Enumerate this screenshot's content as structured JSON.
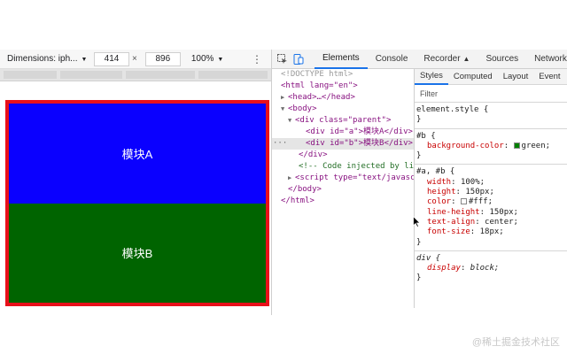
{
  "device_toolbar": {
    "dimensions_label": "Dimensions: iph...",
    "width_value": "414",
    "times": "×",
    "height_value": "896",
    "zoom_label": "100%"
  },
  "viewport": {
    "block_a_text": "模块A",
    "block_b_text": "模块B",
    "colors": {
      "border": "#e8101a",
      "block_a": "#0a00ff",
      "block_b": "#006400"
    }
  },
  "devtools": {
    "tabs": [
      "Elements",
      "Console",
      "Recorder",
      "Sources",
      "Network"
    ],
    "active_tab": "Elements"
  },
  "dom_tree": {
    "doctype": "<!DOCTYPE html>",
    "html_open": "<html lang=\"en\">",
    "head_collapsed": "<head>…</head>",
    "body_open": "<body>",
    "parent_open": "<div class=\"parent\">",
    "div_a": "<div id=\"a\">模块A</div>",
    "div_b": "<div id=\"b\">模块B</div>",
    "parent_close": "</div>",
    "comment": "<!-- Code injected by live-server -->",
    "script": "<script type=\"text/javascript\">",
    "body_close": "</body>",
    "html_close": "</html>"
  },
  "styles_panel": {
    "tabs": [
      "Styles",
      "Computed",
      "Layout",
      "Event"
    ],
    "filter_placeholder": "Filter",
    "rules": {
      "element_style": "element.style {",
      "b_selector": "#b {",
      "b_bg_prop": "background-color",
      "b_bg_val": "green;",
      "ab_selector": "#a, #b {",
      "width_prop": "width",
      "width_val": "100%;",
      "height_prop": "height",
      "height_val": "150px;",
      "color_prop": "color",
      "color_val": "#fff;",
      "lh_prop": "line-height",
      "lh_val": "150px;",
      "ta_prop": "text-align",
      "ta_val": "center;",
      "fs_prop": "font-size",
      "fs_val": "18px;",
      "div_selector": "div {",
      "display_prop": "display",
      "display_val": "block;",
      "close": "}"
    }
  },
  "watermark": "@稀土掘金技术社区"
}
